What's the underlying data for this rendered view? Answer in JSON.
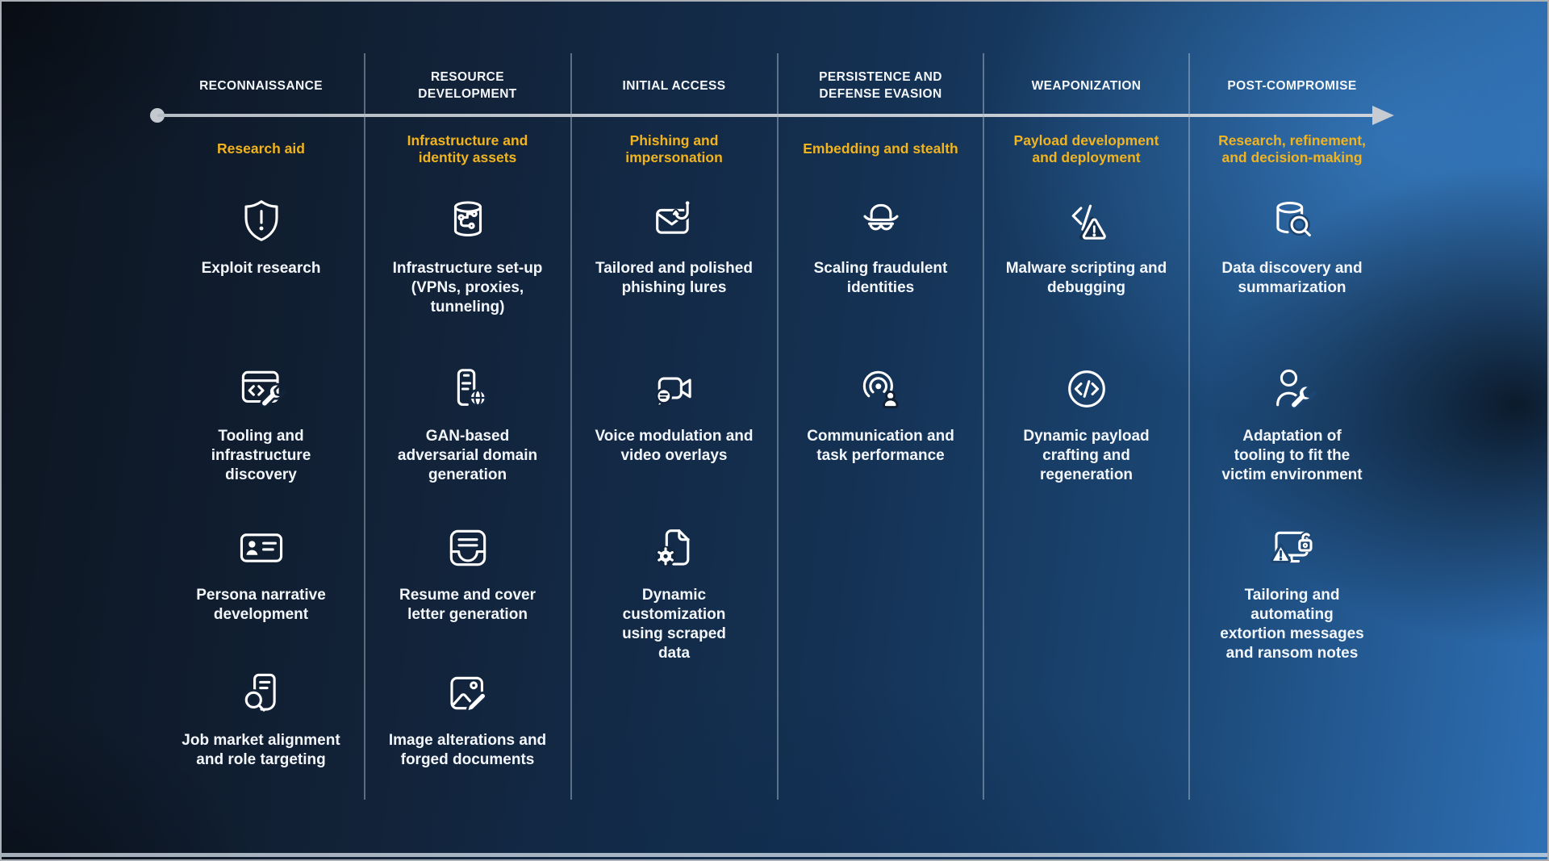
{
  "colors": {
    "accent_gold": "#F1B41F",
    "header_text": "#F4F7FA",
    "label_text": "#F3F7FB",
    "arrow_gray": "#C6CCD2",
    "divider_gray": "#A8B7C6",
    "background_dark": "#0D1520",
    "background_blue": "#2E6FB4"
  },
  "timeline": {
    "arrow_direction": "left-to-right"
  },
  "columns": [
    {
      "id": "reconnaissance",
      "header": "RECONNAISSANCE",
      "subtitle": "Research aid",
      "items": [
        {
          "icon": "shield-warning-icon",
          "label": "Exploit research"
        },
        {
          "icon": "browser-code-wrench-icon",
          "label": "Tooling and infrastructure discovery"
        },
        {
          "icon": "contact-card-icon",
          "label": "Persona narrative development"
        },
        {
          "icon": "document-search-icon",
          "label": "Job market alignment and role targeting"
        }
      ]
    },
    {
      "id": "resource-development",
      "header": "RESOURCE DEVELOPMENT",
      "subtitle": "Infrastructure and identity assets",
      "items": [
        {
          "icon": "database-circuit-icon",
          "label": "Infrastructure set-up (VPNs, proxies, tunneling)"
        },
        {
          "icon": "phone-globe-icon",
          "label": "GAN-based adversarial domain generation"
        },
        {
          "icon": "mail-inbox-icon",
          "label": "Resume and cover letter generation"
        },
        {
          "icon": "image-edit-icon",
          "label": "Image alterations and forged documents"
        }
      ]
    },
    {
      "id": "initial-access",
      "header": "INITIAL ACCESS",
      "subtitle": "Phishing and impersonation",
      "items": [
        {
          "icon": "mail-phishing-hook-icon",
          "label": "Tailored and polished phishing lures"
        },
        {
          "icon": "video-camera-chat-icon",
          "label": "Voice modulation and video overlays"
        },
        {
          "icon": "document-gear-icon",
          "label": "Dynamic customization using scraped data"
        }
      ]
    },
    {
      "id": "persistence-and-defense-evasion",
      "header": "PERSISTENCE AND DEFENSE EVASION",
      "subtitle": "Embedding and stealth",
      "items": [
        {
          "icon": "incognito-icon",
          "label": "Scaling fraudulent identities"
        },
        {
          "icon": "radar-person-icon",
          "label": "Communication and task performance"
        }
      ]
    },
    {
      "id": "weaponization",
      "header": "WEAPONIZATION",
      "subtitle": "Payload development and deployment",
      "items": [
        {
          "icon": "code-warning-icon",
          "label": "Malware scripting and debugging"
        },
        {
          "icon": "code-circle-icon",
          "label": "Dynamic payload crafting and regeneration"
        }
      ]
    },
    {
      "id": "post-compromise",
      "header": "POST-COMPROMISE",
      "subtitle": "Research, refinement, and decision-making",
      "items": [
        {
          "icon": "database-search-icon",
          "label": "Data discovery and summarization"
        },
        {
          "icon": "person-wrench-icon",
          "label": "Adaptation of tooling to fit the victim environment"
        },
        {
          "icon": "monitor-warning-lock-icon",
          "label": "Tailoring and automating extortion messages and ransom notes"
        }
      ]
    }
  ]
}
